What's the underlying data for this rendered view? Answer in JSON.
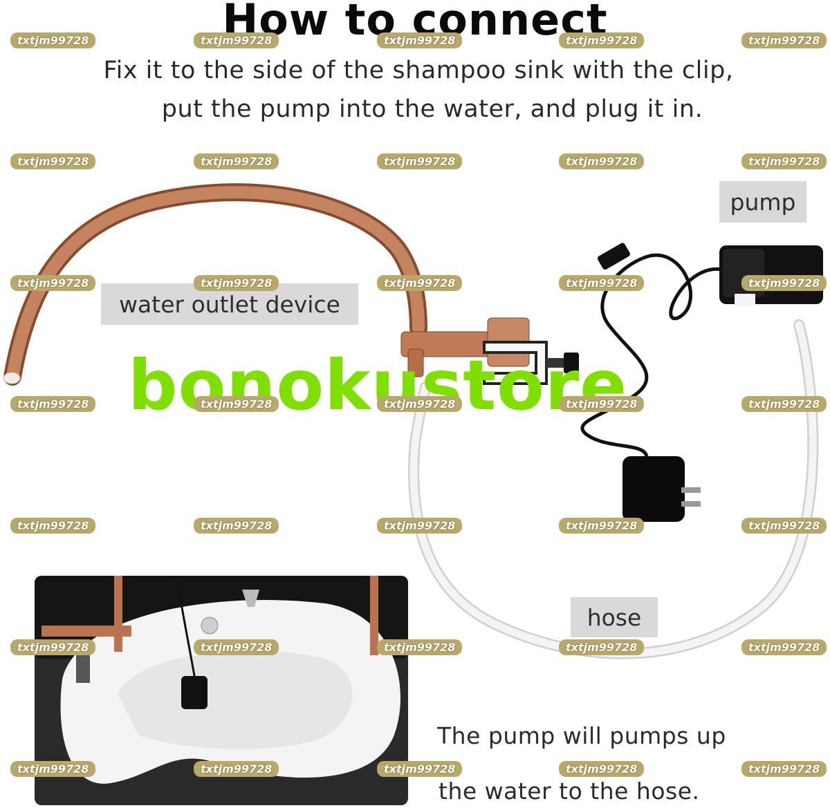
{
  "title": "How to connect",
  "subtitle_line1": "Fix it to the side of the shampoo sink with the clip,",
  "subtitle_line2": "put the pump into the water, and plug it in.",
  "labels": {
    "outlet": "water outlet device",
    "pump": "pump",
    "hose": "hose"
  },
  "caption_line1": "The pump will pumps up",
  "caption_line2": "the water to the hose.",
  "brand": "bonokustore",
  "watermark": "txtjm99728",
  "colors": {
    "brand": "#7fe000",
    "copper": "#b9734f",
    "label_bg": "#d9d9d9"
  }
}
